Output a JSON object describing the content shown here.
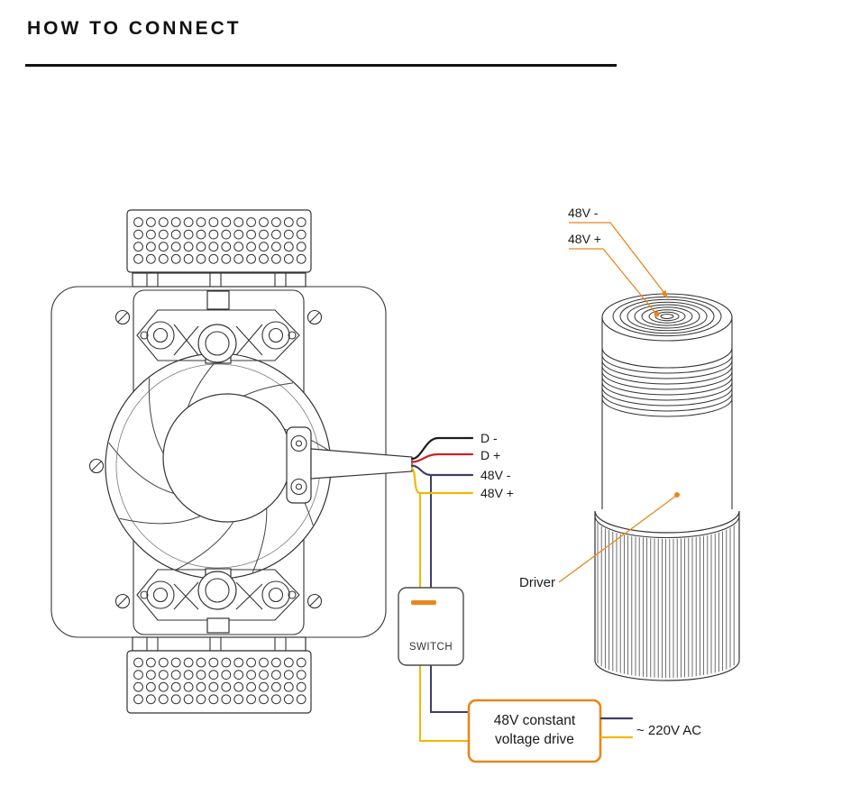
{
  "title": "HOW TO CONNECT",
  "wires": {
    "d_minus": {
      "label": "D -",
      "color": "#1c1c1c"
    },
    "d_plus": {
      "label": "D +",
      "color": "#cf2027"
    },
    "v48_minus": {
      "label": "48V -",
      "color": "#3f3f68"
    },
    "v48_plus": {
      "label": "48V +",
      "color": "#f2b705"
    }
  },
  "switch_box": {
    "label": "SWITCH",
    "accent_color": "#e8871c"
  },
  "drive_box": {
    "line1": "48V constant",
    "line2": "voltage drive",
    "border_color": "#e8871c"
  },
  "ac_input": {
    "label": "~ 220V AC"
  },
  "driver_unit": {
    "label_48v_minus": "48V -",
    "label_48v_plus": "48V +",
    "label_driver": "Driver",
    "leader_color": "#e8871c"
  }
}
